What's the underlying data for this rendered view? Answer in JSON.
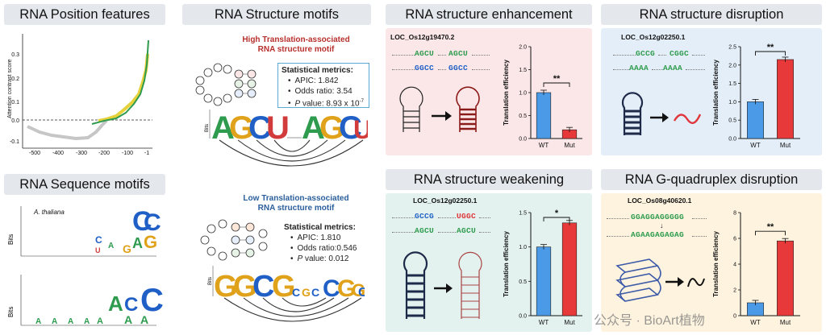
{
  "panels": {
    "position": {
      "title": "RNA Position features",
      "ylabel": "Attention contrast score",
      "xticks": [
        "-500",
        "-400",
        "-300",
        "-200",
        "-100",
        "-1"
      ],
      "yticks": [
        "0.3",
        "0.2",
        "0.1",
        "0.0",
        "-0.1"
      ]
    },
    "sequence": {
      "title": "RNA Sequence motifs",
      "species": "A. thaliana",
      "ylabel": "Bits"
    },
    "structure": {
      "title": "RNA Structure motifs",
      "high": {
        "title_line1": "High Translation-associated",
        "title_line2": "RNA structure motif",
        "metrics_title": "Statistical metrics:",
        "apic": "APIC: 1.842",
        "odds": "Odds ratio: 3.54",
        "p_label": "P",
        "p_value": " value: 8.93 x 10",
        "p_exp": "-7",
        "logo_left": "AGCU",
        "logo_right": "AGCU",
        "bits": "Bits"
      },
      "low": {
        "title_line1": "Low Translation-associated",
        "title_line2": "RNA structure motif",
        "metrics_title": "Statistical metrics:",
        "apic": "APIC: 1.810",
        "odds": "Odds ratio:0.546",
        "p_label": "P",
        "p_value": " value: 0.012",
        "logo_left": "GGCG",
        "logo_right": "CGGC",
        "bits": "Bits"
      }
    },
    "enhancement": {
      "title": "RNA structure enhancement",
      "gene": "LOC_Os12g19470.2",
      "seq_wt_top": "AGCU",
      "seq_wt_bot": "GGCC",
      "seq_mut_top": "AGCU",
      "seq_mut_bot": "GGCC",
      "ylabel": "Translation efficiency",
      "yticks": [
        "0.0",
        "0.5",
        "1.0",
        "1.5",
        "2.0"
      ],
      "sig": "**",
      "categories": [
        "WT",
        "Mut"
      ]
    },
    "disruption": {
      "title": "RNA structure disruption",
      "gene": "LOC_Os12g02250.1",
      "seq_wt_top": "GCCG",
      "seq_wt_bot": "AAAA",
      "seq_mut_top": "CGGC",
      "seq_mut_bot": "AAAA",
      "ylabel": "Translation efficiency",
      "yticks": [
        "0.0",
        "0.5",
        "1.0",
        "1.5",
        "2.0",
        "2.5"
      ],
      "sig": "**",
      "categories": [
        "WT",
        "Mut"
      ]
    },
    "weakening": {
      "title": "RNA structure weakening",
      "gene": "LOC_Os12g02250.1",
      "seq_wt_top": "GCCG",
      "seq_wt_bot": "AGCU",
      "seq_mut_top": "UGGC",
      "seq_mut_bot": "AGCU",
      "ylabel": "Translation efficiency",
      "yticks": [
        "0.0",
        "0.5",
        "1.0",
        "1.5"
      ],
      "sig": "*",
      "categories": [
        "WT",
        "Mut"
      ]
    },
    "gquad": {
      "title": "RNA G-quadruplex disruption",
      "gene": "LOC_Os08g40620.1",
      "seq_wt": "GGAGGAGGGGG",
      "seq_mut": "AGAAGAGAGAG",
      "ylabel": "Translation efficiency",
      "yticks": [
        "0",
        "2",
        "4",
        "6",
        "8"
      ],
      "sig": "**",
      "categories": [
        "WT",
        "Mut"
      ]
    }
  },
  "watermark": "公众号 · BioArt植物",
  "colors": {
    "wt": "#4a9ae8",
    "mut": "#e8393a",
    "header": "#e4e7ec",
    "high_title": "#b8302d",
    "low_title": "#2a5e9c",
    "green_line": "#2e9b4e",
    "yellow_line": "#e6d13a"
  },
  "chart_data": [
    {
      "type": "bar",
      "title": "RNA structure enhancement",
      "categories": [
        "WT",
        "Mut"
      ],
      "values": [
        1.0,
        0.19
      ],
      "ylabel": "Translation efficiency",
      "ylim": [
        0,
        2.0
      ]
    },
    {
      "type": "bar",
      "title": "RNA structure disruption",
      "categories": [
        "WT",
        "Mut"
      ],
      "values": [
        1.0,
        2.15
      ],
      "ylabel": "Translation efficiency",
      "ylim": [
        0,
        2.5
      ]
    },
    {
      "type": "bar",
      "title": "RNA structure weakening",
      "categories": [
        "WT",
        "Mut"
      ],
      "values": [
        1.0,
        1.35
      ],
      "ylabel": "Translation efficiency",
      "ylim": [
        0,
        1.5
      ]
    },
    {
      "type": "bar",
      "title": "RNA G-quadruplex disruption",
      "categories": [
        "WT",
        "Mut"
      ],
      "values": [
        1.0,
        5.8
      ],
      "ylabel": "Translation efficiency",
      "ylim": [
        0,
        8
      ]
    }
  ]
}
